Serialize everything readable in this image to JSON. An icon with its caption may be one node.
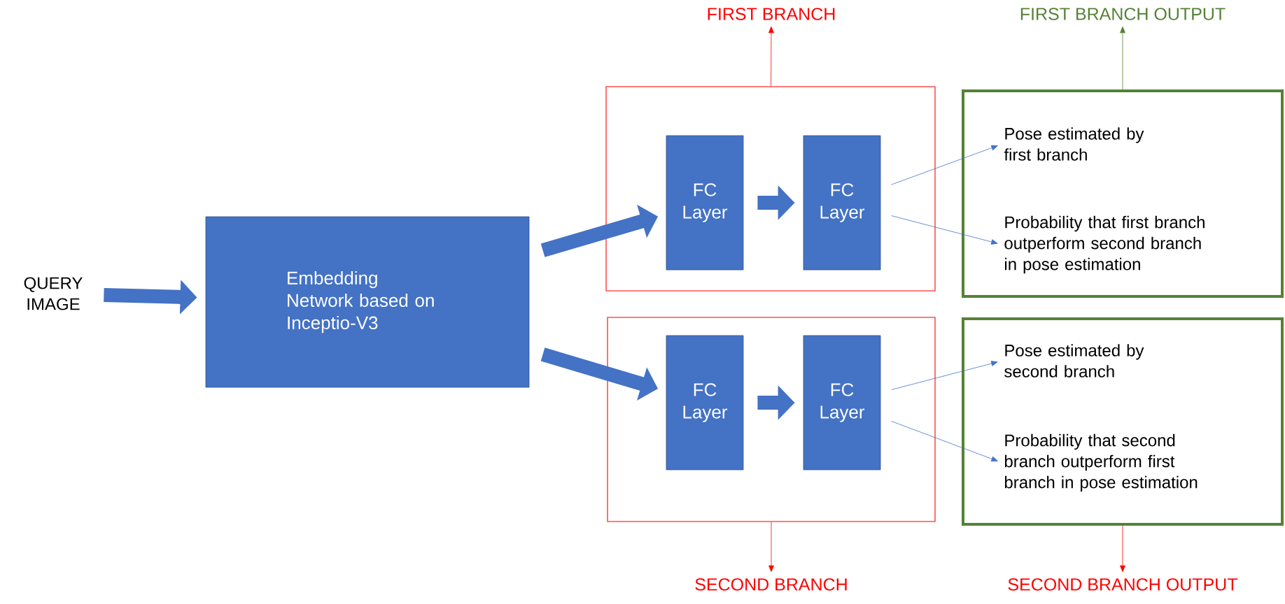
{
  "diagram": {
    "nodes": [
      {
        "text": [
          "QUERY IMAGE"
        ]
      },
      {
        "text": [
          "Embedding Network based on Inceptio-V3"
        ]
      },
      {
        "text": [],
        "shape": "box"
      },
      {
        "text": [
          "FC Layer"
        ],
        "in": 2
      },
      {
        "text": [
          "FC Layer"
        ],
        "in": 2
      },
      {
        "text": [],
        "shape": "box"
      },
      {
        "text": [
          "FC Layer"
        ],
        "in": 5
      },
      {
        "text": [
          "FC Layer"
        ],
        "in": 5
      },
      {
        "text": [],
        "shape": "box"
      },
      {
        "text": [
          "Pose estimated by first branch"
        ],
        "in": 8
      },
      {
        "text": [
          "Probability that first branch outperform second branch in pose estimation"
        ],
        "in": 8
      },
      {
        "text": [],
        "shape": "box"
      },
      {
        "text": [
          "Pose estimated by second branch"
        ],
        "in": 11
      },
      {
        "text": [
          "Probability that second branch outperform first branch in pose estimation"
        ],
        "in": 11
      },
      {
        "text": [
          "FIRST BRANCH"
        ]
      },
      {
        "text": [
          "SECOND BRANCH"
        ]
      },
      {
        "text": [
          "FIRST BRANCH OUTPUT"
        ]
      },
      {
        "text": [
          "SECOND BRANCH OUTPUT"
        ]
      }
    ],
    "edges": [
      {
        "from": 0,
        "to": 1,
        "arrow": "to",
        "style": "thick"
      },
      {
        "from": 1,
        "to": 3,
        "arrow": "to",
        "style": "thick"
      },
      {
        "from": 1,
        "to": 6,
        "arrow": "to",
        "style": "thick"
      },
      {
        "from": 3,
        "to": 4,
        "arrow": "to",
        "style": "thick"
      },
      {
        "from": 6,
        "to": 7,
        "arrow": "to",
        "style": "thick"
      },
      {
        "from": 4,
        "to": 9,
        "arrow": "to"
      },
      {
        "from": 4,
        "to": 10,
        "arrow": "to"
      },
      {
        "from": 7,
        "to": 12,
        "arrow": "to"
      },
      {
        "from": 7,
        "to": 13,
        "arrow": "to"
      },
      {
        "from": 2,
        "to": 14,
        "arrow": "to",
        "color": "#ff0000"
      },
      {
        "from": 5,
        "to": 15,
        "arrow": "to",
        "color": "#ff0000"
      },
      {
        "from": 8,
        "to": 16,
        "arrow": "to",
        "color": "#548235"
      },
      {
        "from": 11,
        "to": 17,
        "arrow": "to",
        "color": "#ff0000"
      }
    ]
  }
}
